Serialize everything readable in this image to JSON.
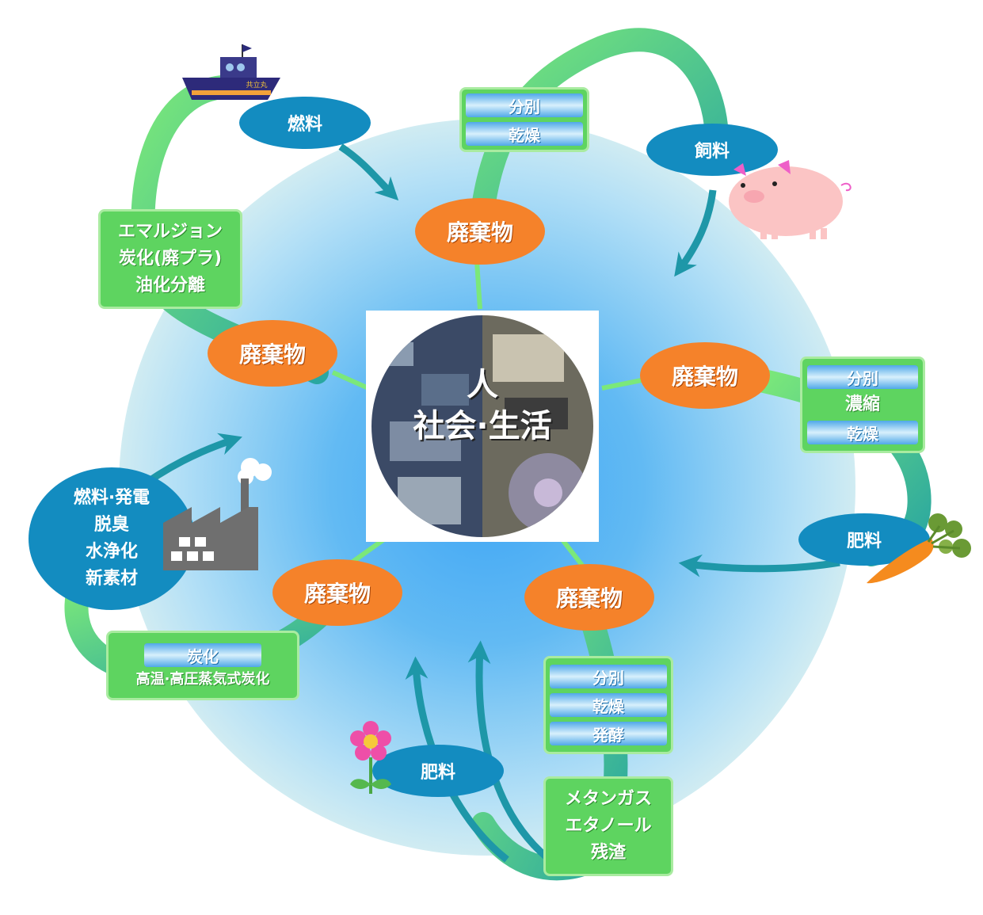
{
  "center": {
    "line1": "人",
    "line2": "社会·生活"
  },
  "waste_label": "廃棄物",
  "cycles": {
    "fuel": {
      "process": [
        "エマルジョン",
        "炭化(廃プラ)",
        "油化分離"
      ],
      "resource": "燃料",
      "ship_name": "共立丸"
    },
    "feed": {
      "process": [
        "分別",
        "乾燥"
      ],
      "resource": "飼料"
    },
    "fertilizer_right": {
      "process": [
        "分別",
        "濃縮",
        "乾燥"
      ],
      "resource": "肥料"
    },
    "biogas": {
      "process": [
        "分別",
        "乾燥",
        "発酵"
      ],
      "products": [
        "メタンガス",
        "エタノール",
        "残渣"
      ],
      "resource": "肥料"
    },
    "carbonization": {
      "process_title": "炭化",
      "process_detail": "高温·高圧蒸気式炭化",
      "resource": [
        "燃料·発電",
        "脱臭",
        "水浄化",
        "新素材"
      ]
    }
  },
  "colors": {
    "waste": "#f5822a",
    "resource": "#138cc0",
    "process_box": "#5ed460",
    "arrow": "#1e97a8"
  }
}
